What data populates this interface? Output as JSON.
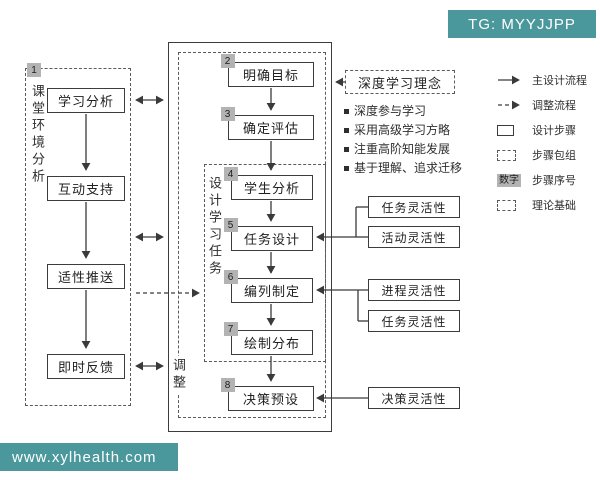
{
  "banners": {
    "tg": "TG: MYYJJPP",
    "website": "www.xylhealth.com"
  },
  "colors": {
    "banner_teal": "#4a989c",
    "badge_gray": "#b3b3b3",
    "line": "#3a3a3a"
  },
  "left_panel": {
    "number": "1",
    "label": "课堂环境分析",
    "steps": [
      "学习分析",
      "互动支持",
      "适性推送",
      "即时反馈"
    ]
  },
  "middle_panel": {
    "adjust_label": "调整",
    "task_group_label": "设计学习任务",
    "steps": [
      {
        "num": "2",
        "label": "明确目标"
      },
      {
        "num": "3",
        "label": "确定评估"
      },
      {
        "num": "4",
        "label": "学生分析"
      },
      {
        "num": "5",
        "label": "任务设计"
      },
      {
        "num": "6",
        "label": "编列制定"
      },
      {
        "num": "7",
        "label": "绘制分布"
      },
      {
        "num": "8",
        "label": "决策预设"
      }
    ]
  },
  "right_panel": {
    "theory_box": "深度学习理念",
    "bullets": [
      "深度参与学习",
      "采用高级学习方略",
      "注重高阶知能发展",
      "基于理解、追求迁移"
    ],
    "flex_task": [
      "任务灵活性",
      "活动灵活性"
    ],
    "flex_process": [
      "进程灵活性",
      "任务灵活性"
    ],
    "flex_decision": "决策灵活性"
  },
  "legend": {
    "items": [
      {
        "label": "主设计流程"
      },
      {
        "label": "调整流程"
      },
      {
        "label": "设计步骤"
      },
      {
        "label": "步骤包组"
      },
      {
        "symbol_text": "数字",
        "label": "步骤序号"
      },
      {
        "label": "理论基础"
      }
    ]
  }
}
